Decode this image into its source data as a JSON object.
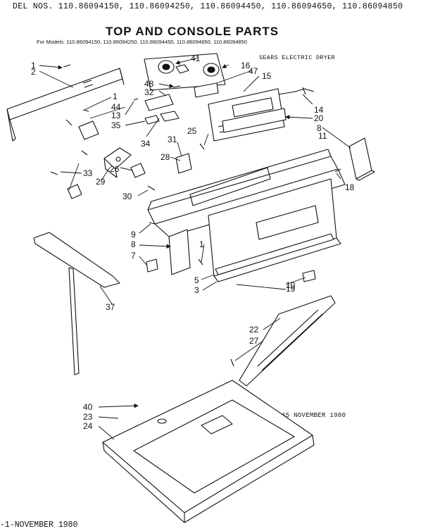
{
  "header": {
    "models_line": "DEL NOS. 110.86094150, 110.86094250, 110.86094450, 110.86094650, 110.86094850"
  },
  "title": "TOP AND CONSOLE PARTS",
  "subtitle": "For Models: 110.86094150, 110.86094250, 110.86094450, 110.86094650, 110.86094850",
  "product": "SEARS ELECTRIC DRYER",
  "revision_date": "A5 NOVEMBER 1980",
  "footer_date": "-1-NOVEMBER 1980",
  "callouts": [
    "1",
    "2",
    "41",
    "16",
    "47",
    "15",
    "48",
    "32",
    "1",
    "44",
    "13",
    "35",
    "34",
    "14",
    "20",
    "8",
    "11",
    "25",
    "31",
    "28",
    "33",
    "29",
    "26",
    "30",
    "18",
    "9",
    "8",
    "7",
    "1",
    "5",
    "3",
    "10",
    "19",
    "37",
    "22",
    "27",
    "40",
    "23",
    "24"
  ]
}
